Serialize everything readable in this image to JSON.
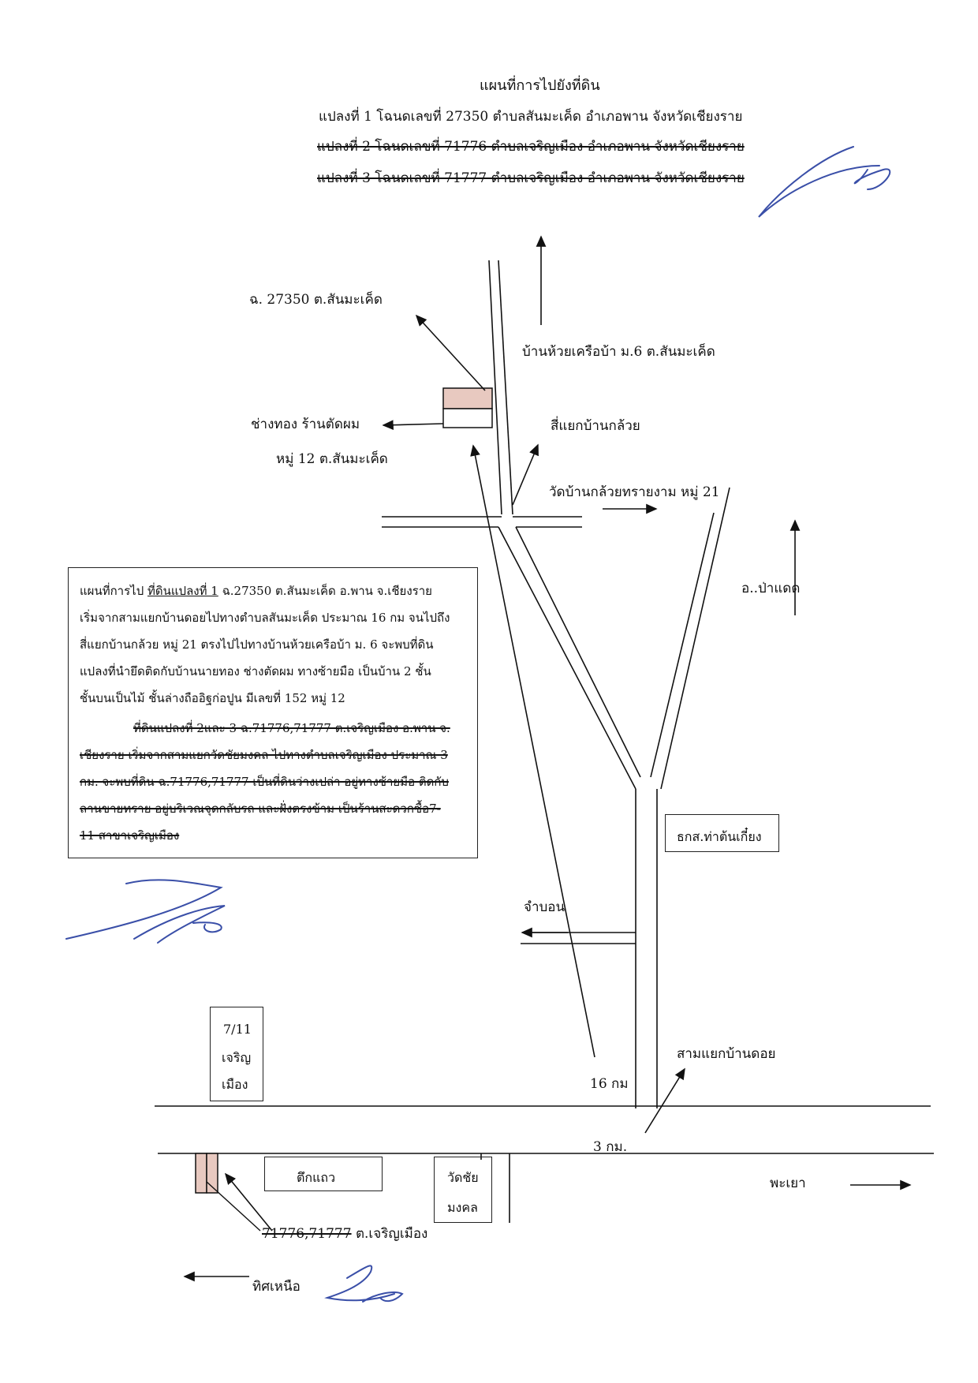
{
  "header": {
    "title": "แผนที่การไปยังที่ดิน",
    "lines": [
      {
        "text": "แปลงที่ 1 โฉนดเลขที่ 27350  ตำบลสันมะเค็ด  อำเภอพาน  จังหวัดเชียงราย",
        "struck": false
      },
      {
        "text": "แปลงที่ 2  โฉนดเลขที่  71776  ตำบลเจริญเมือง  อำเภอพาน  จังหวัดเชียงราย",
        "struck": true
      },
      {
        "text": "แปลงที่ 3 โฉนดเลขที่  71777  ตำบลเจริญเมือง  อำเภอพาน  จังหวัดเชียงราย",
        "struck": true
      }
    ]
  },
  "labels": {
    "deed_27350": "ฉ. 27350  ต.สันมะเค็ด",
    "huai_kruea": "บ้านห้วยเครือบ้า ม.6 ต.สันมะเค็ด",
    "goldsmith_line1": "ช่างทอง ร้านตัดผม",
    "goldsmith_line2": "หมู่ 12 ต.สันมะเค็ด",
    "four_way": "สี่แยกบ้านกล้วย",
    "temple_kluai": "วัดบ้านกล้วยทรายงาม  หมู่ 21",
    "pa_daet": "อ..ป่าแดด",
    "baac": "ธกส.ท่าต้นเกี๋ยง",
    "jambon": "จำบอน",
    "seven_eleven": [
      "7/11",
      "เจริญ",
      "เมือง"
    ],
    "sam_yaek": "สามแยกบ้านดอย",
    "km16": "16 กม",
    "km3": "3 กม.",
    "row_shops": "ตึกแถว",
    "temple_chaimongkol": [
      "วัดชัย",
      "มงคล"
    ],
    "phayao": "พะเยา",
    "deed_bottom_a": "71776,",
    "deed_bottom_b": "71777",
    "deed_bottom_c": " ต.เจริญเมือง",
    "north": "ทิศเหนือ"
  },
  "note": {
    "line1_pre": "แผนที่การไป ",
    "line1_underlined": "ที่ดินแปลงที่ 1",
    "line1_post": "  ฉ.27350 ต.สันมะเค็ด อ.พาน จ.เชียงราย",
    "lines_plain": [
      "เริ่มจากสามแยกบ้านดอยไปทางตำบลสันมะเค็ด ประมาณ 16 กม จนไปถึง",
      "สี่แยกบ้านกล้วย หมู่ 21 ตรงไปไปทางบ้านห้วยเครือบ้า ม. 6 จะพบที่ดิน",
      "แปลงที่นำยึดติดกับบ้านนายทอง  ช่างตัดผม ทางซ้ายมือ เป็นบ้าน 2 ชั้น",
      "ชั้นบนเป็นไม้ ชั้นล่างถืออิฐก่อปูน มีเลขที่  152 หมู่ 12"
    ],
    "lines_struck": [
      "ที่ดินแปลงที่ 2และ 3  ฉ.71776,71777 ต.เจริญเมือง อ.พาน จ.",
      "เชียงราย  เริ่มจากสามแยกวัดชัยมงคล ไปทางตำบลเจริญเมือง ประมาณ 3",
      "กม.  จะพบที่ดิน ฉ.71776,71777 เป็นที่ดินว่างเปล่า อยู่ทางซ้ายมือ ติดกับ",
      "ลานขายทราย  อยู่บริเวณจุดกลับรถ และฝั่งตรงข้าม เป็นร้านสะดวกซื้อ7-",
      "11 สาขาเจริญเมือง"
    ]
  },
  "colors": {
    "ink": "#111111",
    "parcel_fill": "#e8c9c0",
    "signature": "#3a4fa8"
  },
  "icons": [
    "north-arrow-icon",
    "direction-arrow-icon",
    "signature-mark"
  ]
}
